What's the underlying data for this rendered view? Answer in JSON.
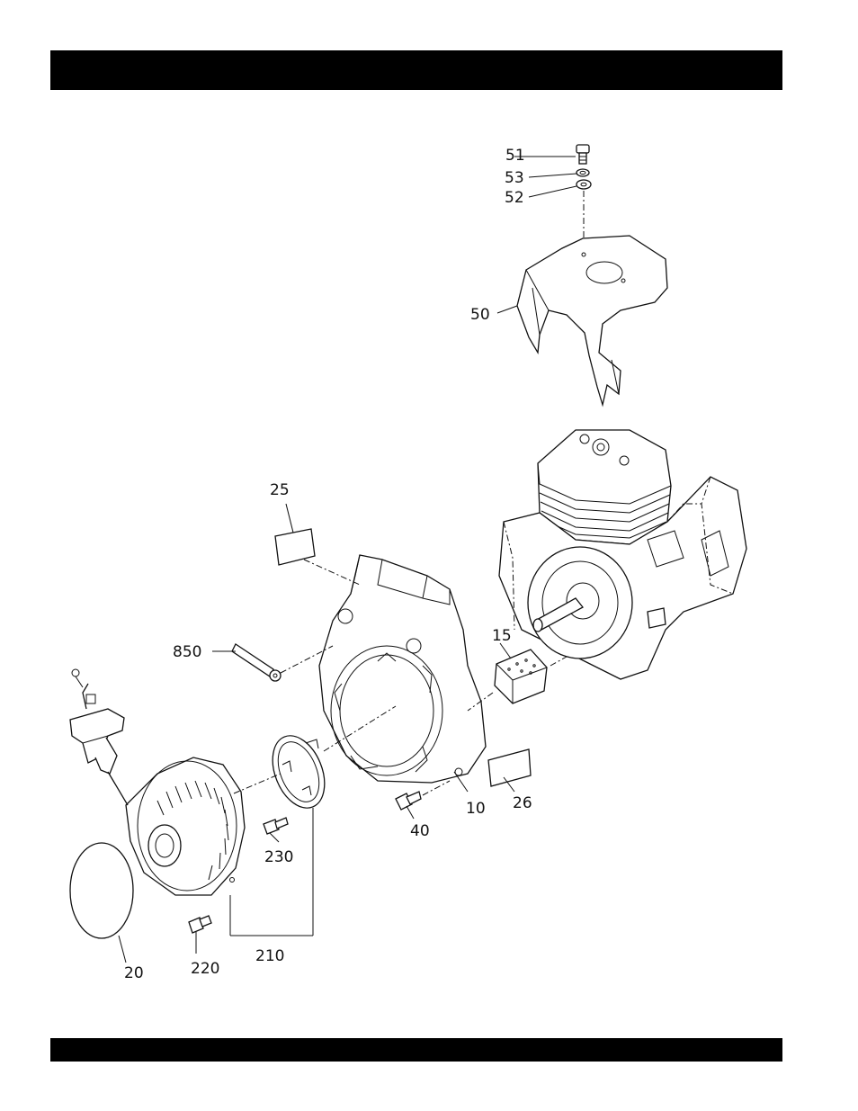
{
  "header": {
    "text": ""
  },
  "footer": {
    "text": ""
  },
  "callouts": {
    "c51": "51",
    "c53": "53",
    "c52": "52",
    "c50": "50",
    "c25": "25",
    "c850": "850",
    "c15": "15",
    "c10": "10",
    "c26": "26",
    "c40": "40",
    "c230": "230",
    "c210": "210",
    "c220": "220",
    "c20": "20"
  },
  "colors": {
    "ink": "#111111",
    "bar": "#000000",
    "paper": "#ffffff"
  }
}
